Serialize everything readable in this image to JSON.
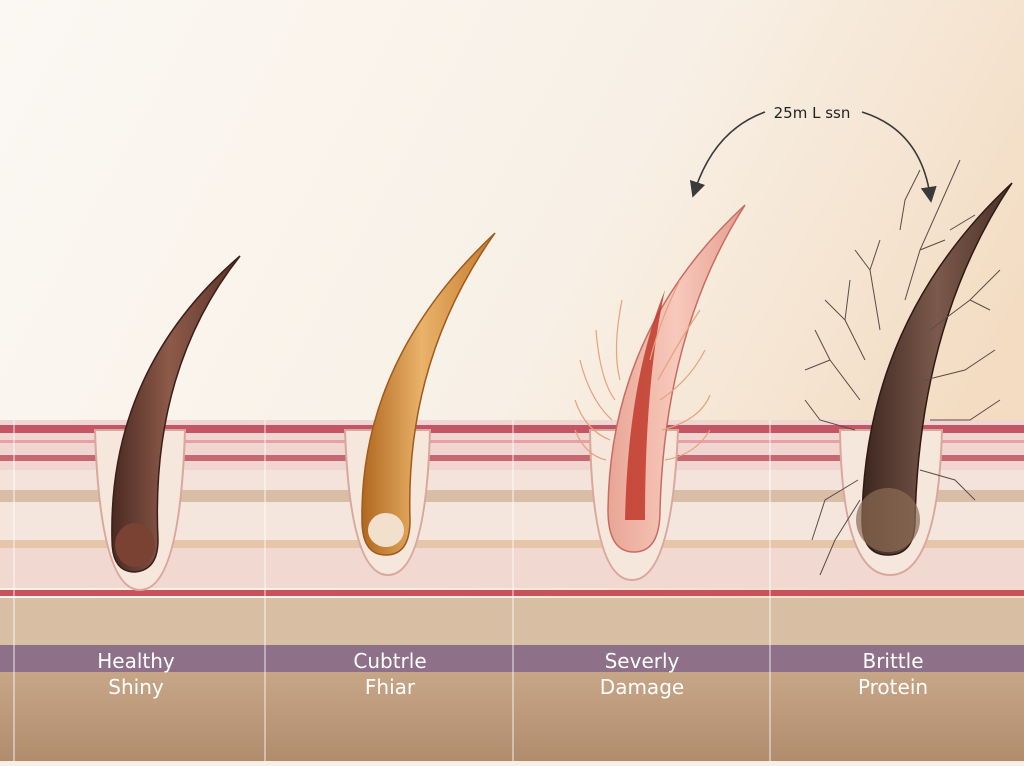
{
  "annotation": {
    "text": "25m L ssn"
  },
  "panels": [
    {
      "line1": "Healthy",
      "line2": "Shiny"
    },
    {
      "line1": "Cubtrle",
      "line2": "Fhiar"
    },
    {
      "line1": "Severly",
      "line2": "Damage"
    },
    {
      "line1": "Brittle",
      "line2": "Protein"
    }
  ],
  "colors": {
    "background_top": "#fbf8f2",
    "background_warm": "#f6e4cf",
    "skin_pink": "#f1d4cf",
    "skin_red_line": "#b94a55",
    "tan_band": "#d9bfa3",
    "purple_band": "#8d6e86",
    "dermis_brown": "#b89678",
    "label_text": "#ffffff",
    "hair_healthy": "#6b3a2e",
    "hair_cuticle": "#d08a3a",
    "hair_damaged": "#e8a89a",
    "hair_brittle": "#5a3a2e"
  }
}
